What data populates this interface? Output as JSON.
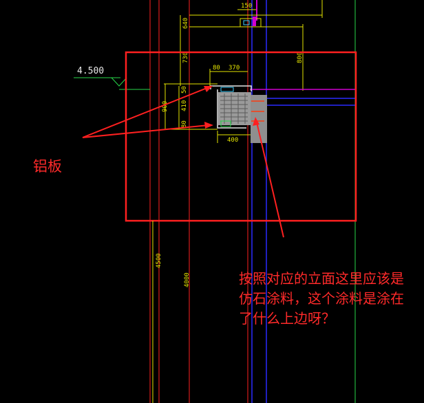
{
  "level_mark": "4.500",
  "dims": {
    "top_150": "150",
    "top_left_v": "640",
    "d730": "730",
    "d800": "800",
    "d80": "80",
    "d370": "370",
    "d50": "50",
    "d410": "410",
    "d80b": "80",
    "d400": "400",
    "d900": "900",
    "d4500": "4500",
    "d4000": "4000"
  },
  "annotations": {
    "aluminum_plate": "铝板",
    "question_line1": "按照对应的立面这里应该是",
    "question_line2": "仿石涂料，这个涂料是涂在",
    "question_line3": "了什么上边呀？"
  },
  "colors": {
    "background": "#000000",
    "dimension": "#e6e600",
    "markup_red": "#ff2020",
    "structure_blue": "#2b2bff",
    "guide_green": "#27d84a",
    "accent_magenta": "#d000d0"
  }
}
